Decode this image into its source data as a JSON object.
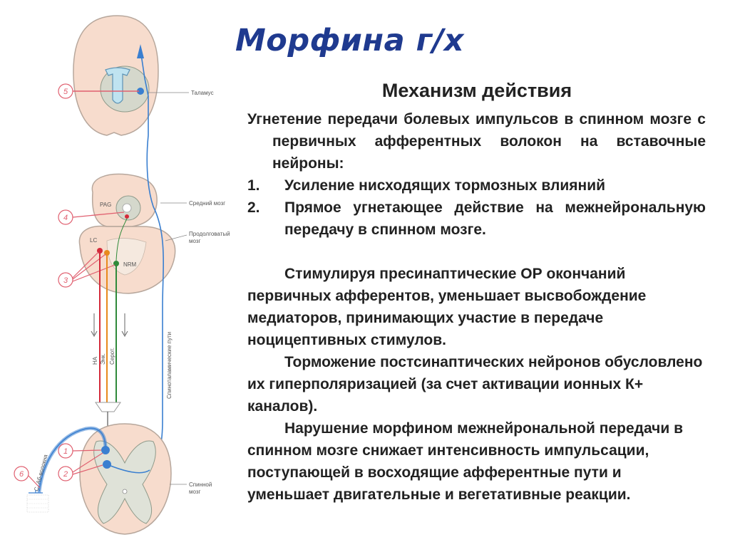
{
  "slide": {
    "title": "Морфина г/х",
    "subtitle": "Механизм действия",
    "intro": "Угнетение передачи болевых импульсов в спинном мозге с первичных афферентных волокон на вставочные нейроны:",
    "list": [
      {
        "num": "1.",
        "text": "Усиление нисходящих тормозных влияний"
      },
      {
        "num": "2.",
        "text": "Прямое угнетающее действие на межнейрональную передачу в спинном мозге."
      }
    ],
    "paragraphs": [
      "Стимулируя пресинаптические ОР окончаний первичных афферентов, уменьшает высвобождение медиаторов, принимающих участие в передаче ноцицептивных стимулов.",
      "Торможение постсинаптических нейронов обусловлено их гиперполяризацией (за счет активации ионных К+ каналов).",
      "Нарушение морфином межнейрональной передачи в спинном мозге снижает интенсивность импульсации, поступающей в восходящие афферентные пути и уменьшает двигательные и вегетативные реакции."
    ]
  },
  "diagram": {
    "labels": {
      "thalamus": "Таламус",
      "midbrain": "Средний мозг",
      "medulla_1": "Продолговатый",
      "medulla_2": "мозг",
      "spinal_1": "Спинной",
      "spinal_2": "мозг",
      "pag": "PAG",
      "lc": "LC",
      "nrm": "NRM",
      "tract": "Спиноталамические пути",
      "na": "НА",
      "enk": "Энк.",
      "serot": "Серот.",
      "fiber": "С. Аб-волокна"
    },
    "markers": [
      "5",
      "4",
      "3",
      "1",
      "2",
      "6"
    ],
    "colors": {
      "brain_fill": "#f7dccd",
      "brain_stroke": "#b7a79c",
      "gray_matter": "#d5d8cc",
      "pathway_blue": "#3a7fd0",
      "marker_pink": "#e06070",
      "na_red": "#d42a3a",
      "enk_orange": "#e88a1c",
      "serot_green": "#2f8a3a"
    }
  }
}
